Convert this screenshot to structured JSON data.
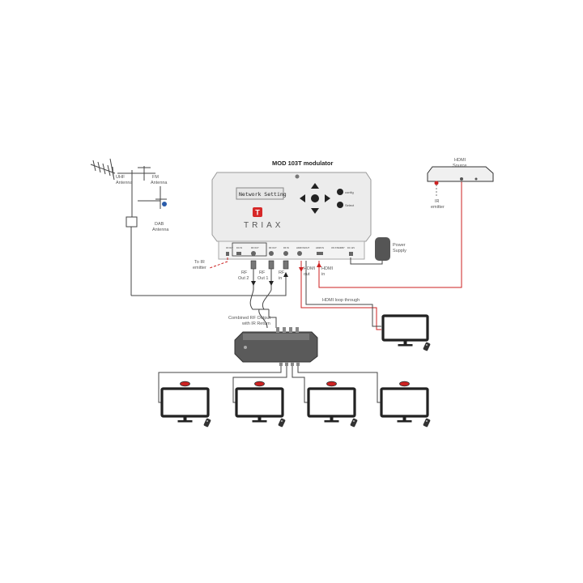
{
  "modulator": {
    "title": "MOD 103T modulator",
    "display_text": "Network Setting",
    "brand": "TRIAX",
    "brand_logo": "T",
    "button_labels": [
      "config",
      "Select"
    ],
    "port_labels": [
      "IR OUT",
      "DC IN",
      "RF OUT",
      "RF OUT",
      "RF IN",
      "HDMI IN/OUT",
      "HDMI IN",
      "ON STANDBY",
      "DC 12V"
    ]
  },
  "labels": {
    "uhf_antenna": "UHF\nAntenna",
    "fm_antenna": "FM\nAntenna",
    "dab_antenna": "DAB\nAntenna",
    "power_supply": "Power\nSupply",
    "to_ir_emitter": "To IR\nemitter",
    "rf_out_2": "RF\nOut 2",
    "rf_out_1": "RF\nOut 1",
    "rf_in": "RF\nin",
    "hdmi_out": "HDMI\nout",
    "hdmi_in": "HDMI\nin",
    "hdmi_loop": "HDMI loop through",
    "combined_rf": "Combined RF Output\nwith IR Return",
    "hdmi_source": "HDMI\nSource",
    "ir_emitter": "IR\nemitter"
  },
  "colors": {
    "hdmi_line": "#cc2222",
    "ir_line": "#cc2222",
    "coax_line": "#444444",
    "device_body": "#e8e8e8",
    "tv_frame": "#222222",
    "ir_receiver": "#cc2222"
  },
  "icons": {
    "antenna": "antenna-mast-icon",
    "tv": "tv-monitor-icon",
    "remote": "remote-control-icon",
    "amplifier": "distribution-amplifier-icon",
    "source_box": "hdmi-source-box-icon",
    "psu": "power-supply-icon"
  }
}
